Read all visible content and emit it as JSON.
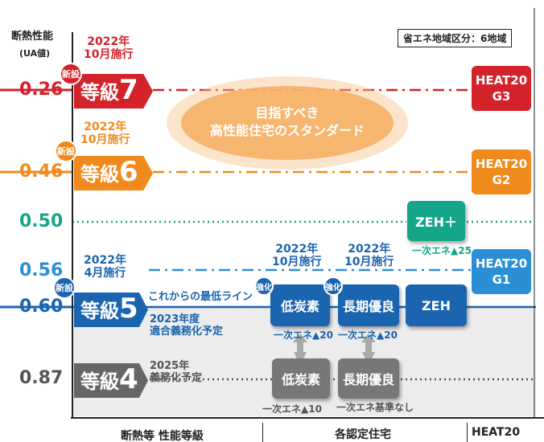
{
  "axis": {
    "title_line1": "断熱性能",
    "title_line2": "(UA値)",
    "region_note": "省エネ地域区分：6地域",
    "bottom_left": "断熱等 性能等級",
    "bottom_mid": "各認定住宅",
    "bottom_right": "HEAT20"
  },
  "levels": [
    {
      "value": "0.26",
      "color": "#d3222a"
    },
    {
      "value": "0.46",
      "color": "#f08a1c"
    },
    {
      "value": "0.50",
      "color": "#15a589"
    },
    {
      "value": "0.56",
      "color": "#2b8fd6"
    },
    {
      "value": "0.60",
      "color": "#1b64b0"
    },
    {
      "value": "0.87",
      "color": "#555555"
    }
  ],
  "grades": {
    "g7": {
      "prefix": "等級",
      "num": "7",
      "badge": "新設",
      "date1": "2022年",
      "date2": "10月施行"
    },
    "g6": {
      "prefix": "等級",
      "num": "6",
      "badge": "新設",
      "date1": "2022年",
      "date2": "10月施行"
    },
    "g5": {
      "prefix": "等級",
      "num": "5",
      "badge": "新設",
      "date1": "2022年",
      "date2": "4月施行",
      "line_label": "これからの最低ライン",
      "note1": "2023年度",
      "note2": "適合義務化予定"
    },
    "g4": {
      "prefix": "等級",
      "num": "4",
      "note1": "2025年",
      "note2": "義務化予定"
    }
  },
  "standard_cloud": {
    "line1": "目指すべき",
    "line2": "高性能住宅のスタンダード"
  },
  "heat20": {
    "g3": {
      "line1": "HEAT20",
      "line2": "G3"
    },
    "g2": {
      "line1": "HEAT20",
      "line2": "G2"
    },
    "g1": {
      "line1": "HEAT20",
      "line2": "G1"
    }
  },
  "certs": {
    "zeh_plus": {
      "label": "ZEH＋",
      "note": "一次エネ▲25"
    },
    "low_carbon_new": {
      "label": "低炭素",
      "badge": "強化",
      "date1": "2022年",
      "date2": "10月施行",
      "note": "一次エネ▲20"
    },
    "long_term_new": {
      "label": "長期優良",
      "badge": "強化",
      "date1": "2022年",
      "date2": "10月施行",
      "note": "一次エネ▲20"
    },
    "zeh": {
      "label": "ZEH"
    },
    "low_carbon_old": {
      "label": "低炭素",
      "note": "一次エネ▲10"
    },
    "long_term_old": {
      "label": "長期優良",
      "note": "一次エネ基準なし"
    }
  }
}
